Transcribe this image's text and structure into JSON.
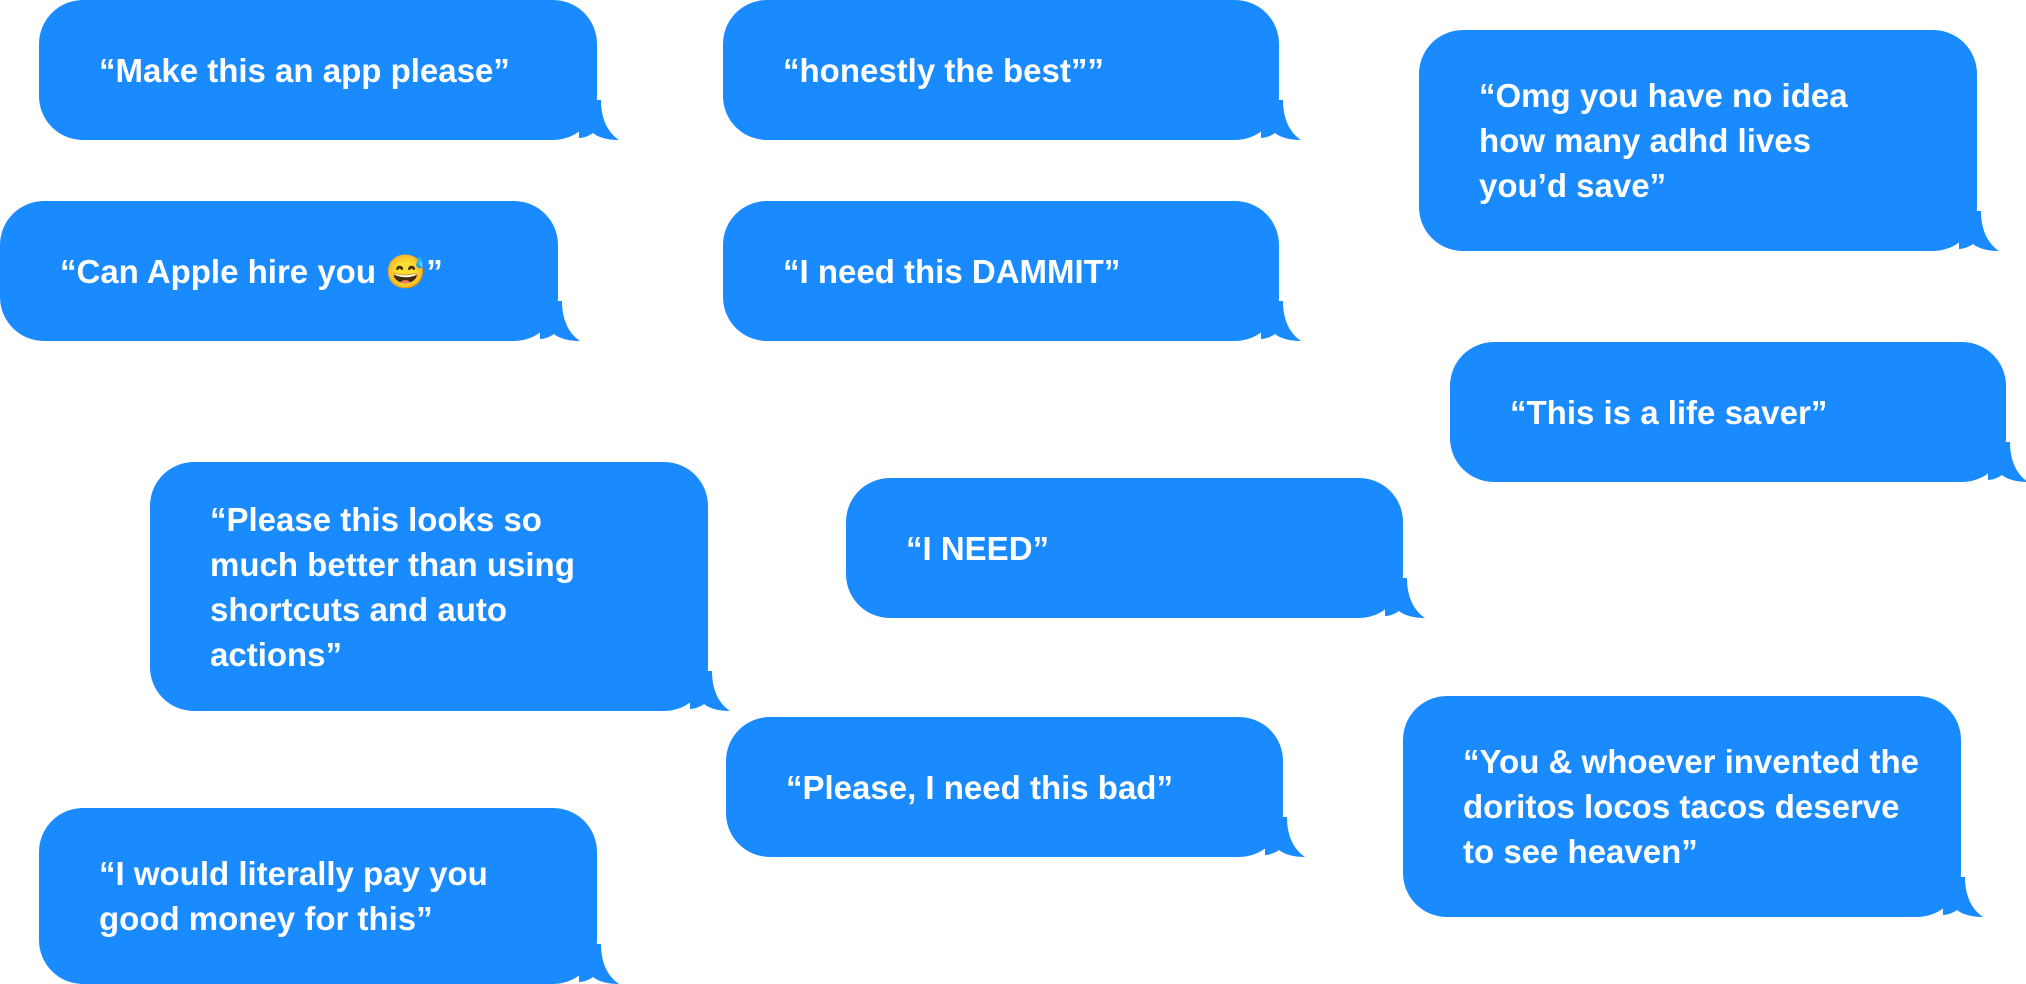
{
  "bubble_color": "#1a8aff",
  "messages": [
    "“Make this an app please”",
    "“honestly the best””",
    "“Omg you have no idea how many adhd lives you’d save”",
    "“Can Apple hire you 😅”",
    "“I need this DAMMIT”",
    "“This is a life saver”",
    "“Please this looks so much better than using shortcuts and auto actions”",
    "“I NEED”",
    "“Please, I need this bad”",
    "“You & whoever invented the doritos locos tacos deserve to see heaven”",
    "“I would literally pay you good money for this”"
  ]
}
